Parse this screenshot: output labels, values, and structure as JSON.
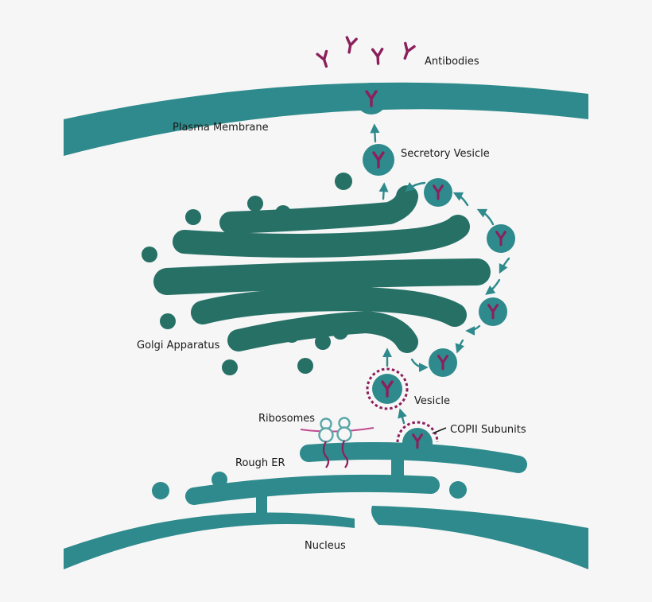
{
  "labels": {
    "antibodies": "Antibodies",
    "plasma_membrane": "Plasma Membrane",
    "secretory_vesicle": "Secretory Vesicle",
    "golgi_apparatus": "Golgi Apparatus",
    "vesicle": "Vesicle",
    "ribosomes": "Ribosomes",
    "copii_subunits": "COPII Subunits",
    "rough_er": "Rough ER",
    "nucleus": "Nucleus"
  },
  "colors": {
    "background": "#f6f6f6",
    "membrane": "#2e8a8c",
    "golgi": "#267066",
    "vesicle": "#2e8a8c",
    "antibody": "#8c1f5c",
    "copii": "#8c1f5c",
    "ribosome": "#5aa6a8",
    "mrna": "#c04a90",
    "text": "#1a1a1a"
  }
}
